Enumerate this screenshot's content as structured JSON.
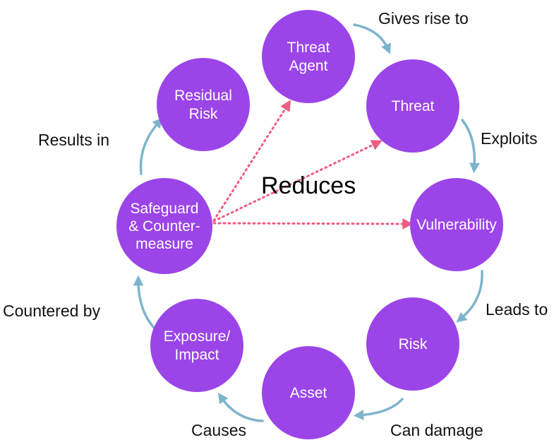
{
  "diagram": {
    "nodes": [
      {
        "id": "threat-agent",
        "lines": [
          "Threat",
          "Agent"
        ]
      },
      {
        "id": "threat",
        "lines": [
          "Threat"
        ]
      },
      {
        "id": "vulnerability",
        "lines": [
          "Vulnerability"
        ]
      },
      {
        "id": "risk",
        "lines": [
          "Risk"
        ]
      },
      {
        "id": "asset",
        "lines": [
          "Asset"
        ]
      },
      {
        "id": "exposure-impact",
        "lines": [
          "Exposure/",
          "Impact"
        ]
      },
      {
        "id": "safeguard",
        "lines": [
          "Safeguard",
          "& Counter-",
          "measure"
        ]
      },
      {
        "id": "residual-risk",
        "lines": [
          "Residual",
          "Risk"
        ]
      }
    ],
    "edges": [
      {
        "from": "threat-agent",
        "to": "threat",
        "label": "Gives rise to"
      },
      {
        "from": "threat",
        "to": "vulnerability",
        "label": "Exploits"
      },
      {
        "from": "vulnerability",
        "to": "risk",
        "label": "Leads to"
      },
      {
        "from": "risk",
        "to": "asset",
        "label": "Can damage"
      },
      {
        "from": "asset",
        "to": "exposure-impact",
        "label": "Causes"
      },
      {
        "from": "exposure-impact",
        "to": "safeguard",
        "label": "Countered by"
      },
      {
        "from": "safeguard",
        "to": "residual-risk",
        "label": "Results in"
      }
    ],
    "reduces": {
      "label": "Reduces",
      "from": "safeguard",
      "targets": [
        "threat-agent",
        "threat",
        "vulnerability"
      ]
    },
    "colors": {
      "node": "#9b45e8",
      "node_text": "#ffffff",
      "cycle_arrow": "#7db4cc",
      "reduces_arrow": "#ee5d82",
      "label_text": "#111111"
    }
  }
}
